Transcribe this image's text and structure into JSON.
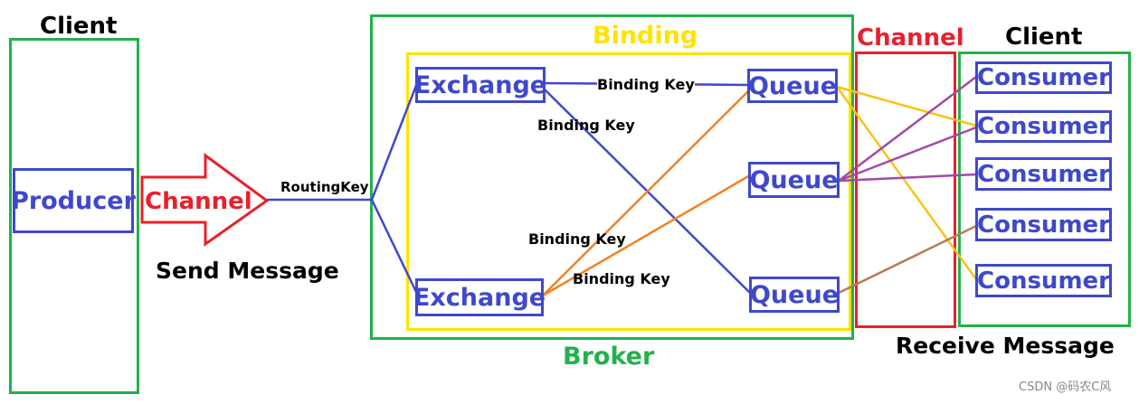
{
  "labels": {
    "client_left": "Client",
    "client_right": "Client",
    "producer": "Producer",
    "channel_arrow": "Channel",
    "channel_right": "Channel",
    "send_message": "Send Message",
    "receive_message": "Receive Message",
    "routing_key": "RoutingKey",
    "binding": "Binding",
    "broker": "Broker",
    "exchange_top": "Exchange",
    "exchange_bottom": "Exchange",
    "queue_top": "Queue",
    "queue_middle": "Queue",
    "queue_bottom": "Queue",
    "consumers": [
      "Consumer",
      "Consumer",
      "Consumer",
      "Consumer",
      "Consumer"
    ],
    "binding_keys": [
      "Binding Key",
      "Binding Key",
      "Binding Key",
      "Binding Key"
    ],
    "watermark": "CSDN @码农C风"
  },
  "colors": {
    "client_frame": "#22b14c",
    "binding_frame": "#ffe400",
    "channel_frame": "#e8202c",
    "node": "#3f48cc",
    "exchange_bottom_links": "#f28123",
    "queue_top_consumer_links": "#f5c518",
    "queue_middle_consumer_links": "#a349a4",
    "queue_bottom_consumer_link": "#b97a57"
  }
}
